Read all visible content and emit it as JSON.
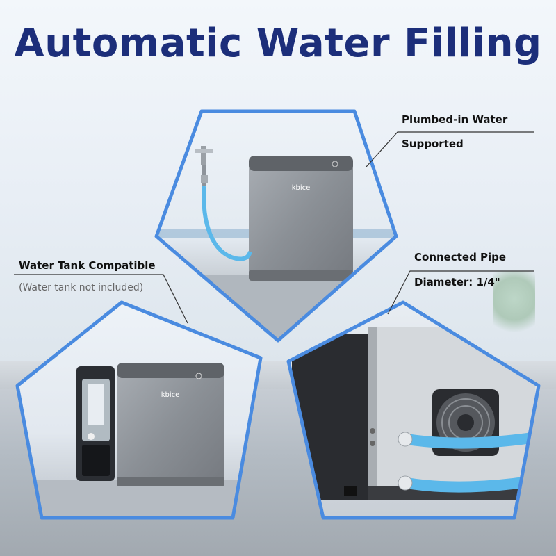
{
  "title": "Automatic Water Filling",
  "callouts": {
    "plumbed_line1": "Plumbed-in Water",
    "plumbed_line2": "Supported",
    "tank_line1": "Water Tank Compatible",
    "tank_note": "(Water tank not included)",
    "pipe_line1": "Connected Pipe",
    "pipe_line2": "Diameter: 1/4\""
  },
  "product": {
    "brand": "kbice"
  },
  "colors": {
    "title": "#1c2e7a",
    "frame_border": "#4a8be0",
    "hose": "#5bb8ea"
  }
}
